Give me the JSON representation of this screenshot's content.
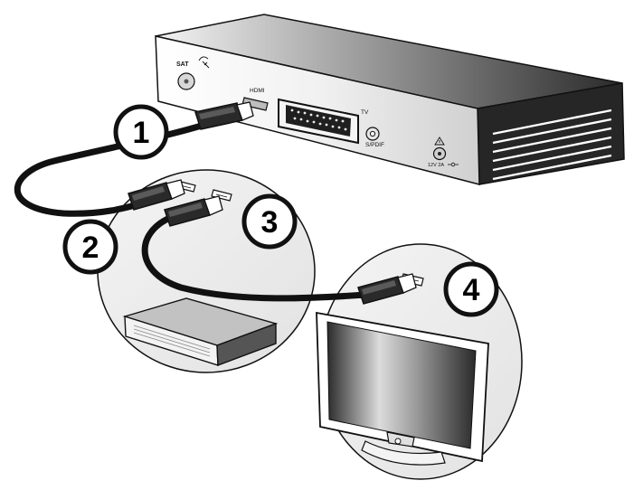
{
  "receiver": {
    "sat_label": "SAT",
    "hdmi_label": "HDMI",
    "tv_label": "TV",
    "spdif_label": "S/PDIF",
    "power_label": "12V 2A"
  },
  "steps": [
    "1",
    "2",
    "3",
    "4"
  ]
}
